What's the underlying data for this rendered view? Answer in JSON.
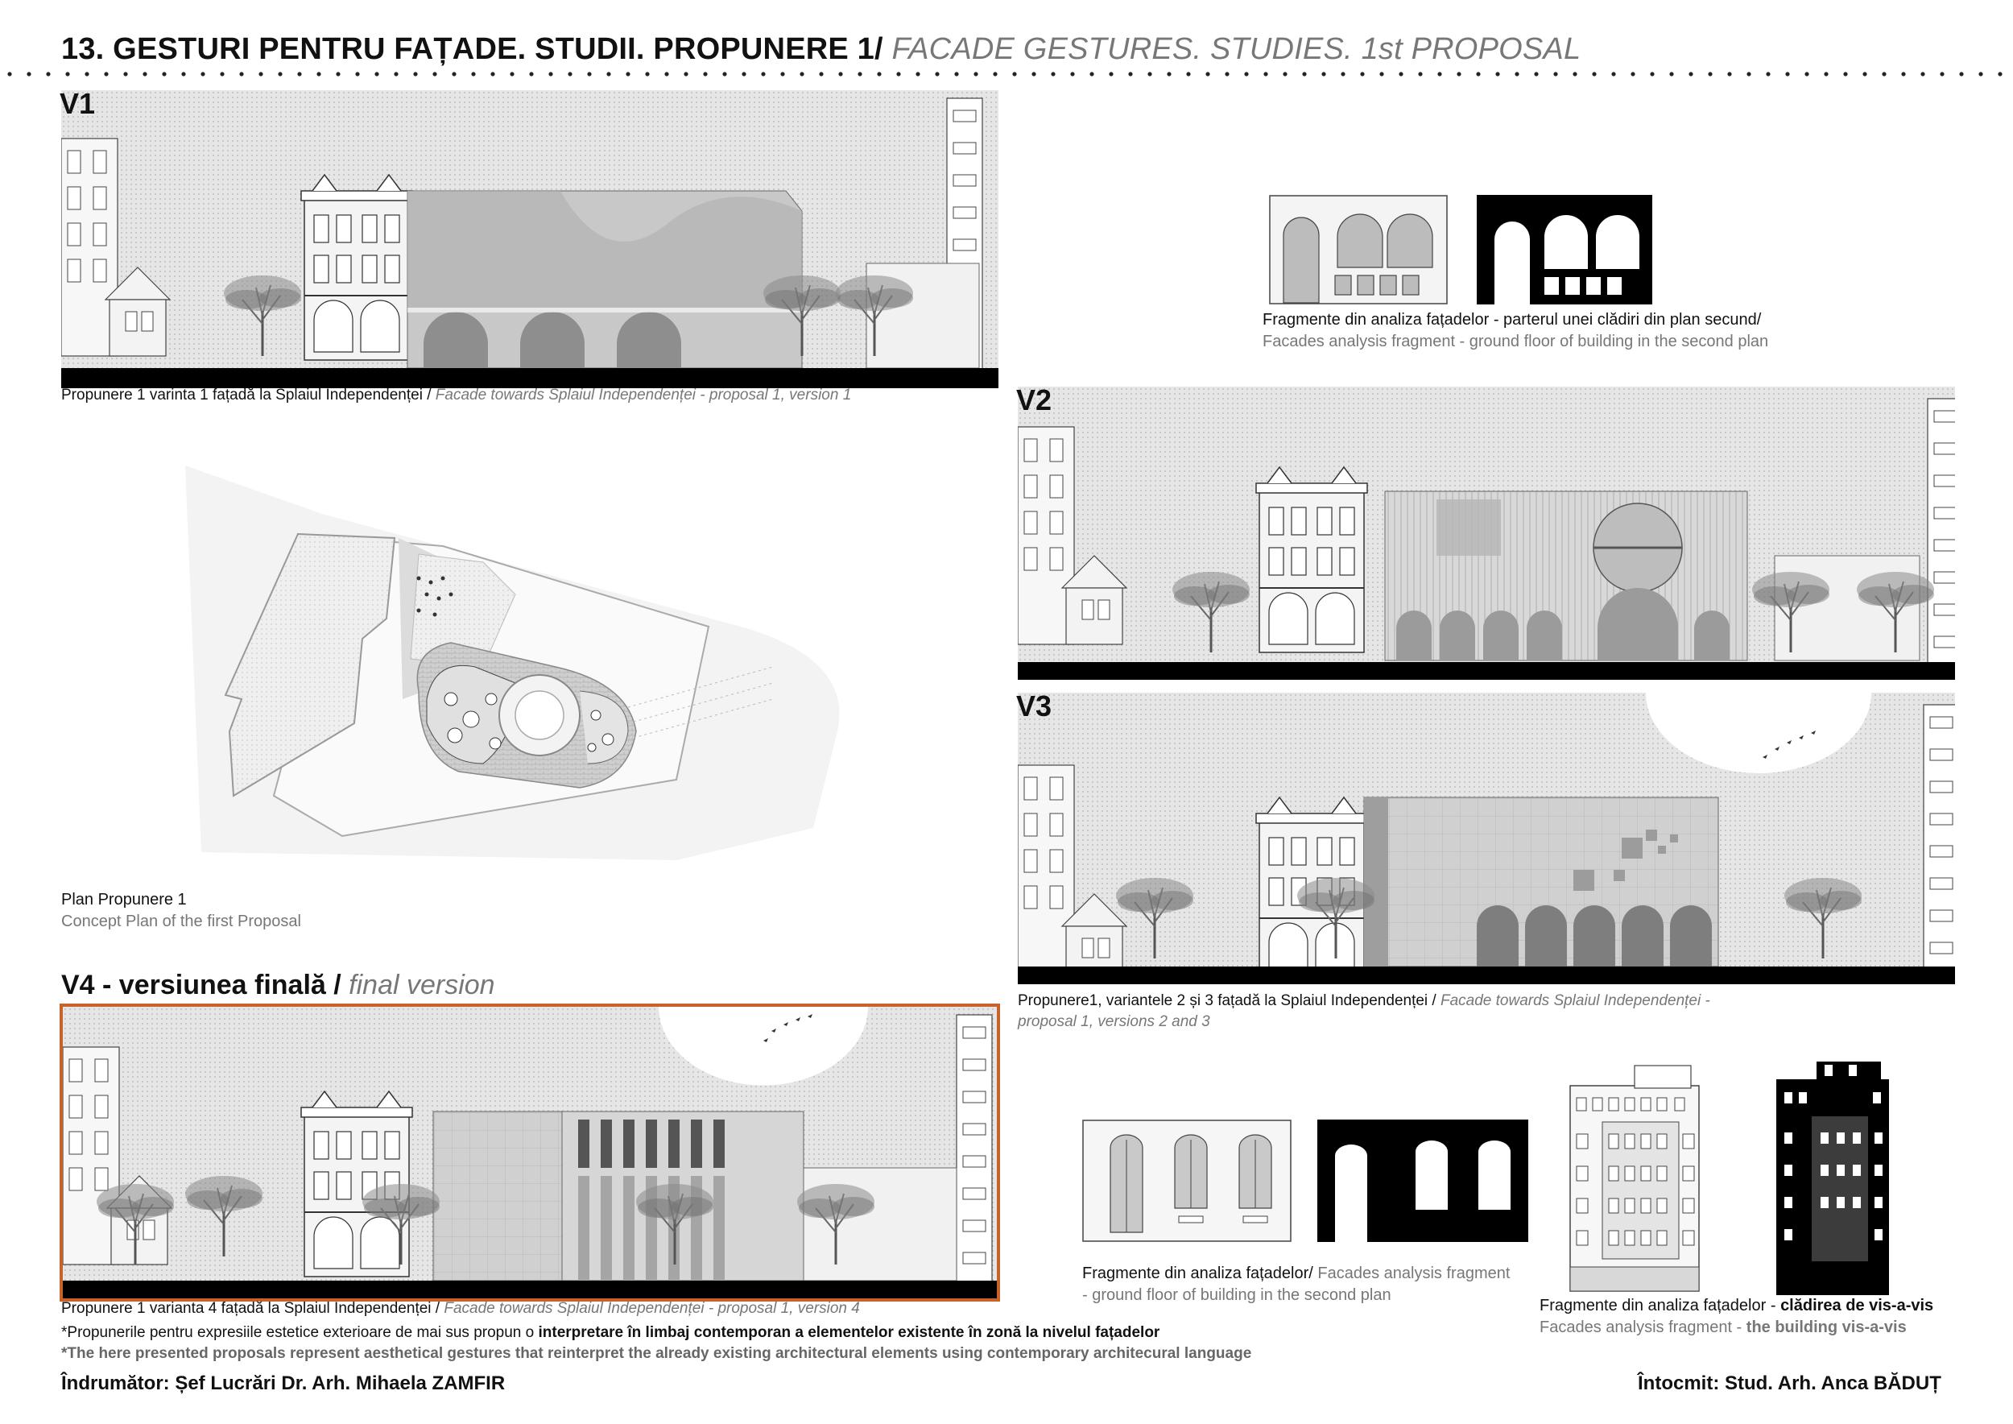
{
  "header": {
    "title_ro": "13. GESTURI PENTRU FAȚADE. STUDII. PROPUNERE 1/",
    "title_en": " FACADE GESTURES. STUDIES. 1st PROPOSAL"
  },
  "v1": {
    "label": "V1",
    "caption_ro": "Propunere 1 varinta 1 fațadă la Splaiul Independenței / ",
    "caption_en": "Facade towards Splaiul Independenței - proposal 1, version 1"
  },
  "fragment_top": {
    "caption_ro": "Fragmente din analiza fațadelor - parterul unei clădiri din plan secund/",
    "caption_en": "Facades analysis fragment - ground floor of building in the second plan"
  },
  "plan": {
    "caption_ro": "Plan Propunere 1",
    "caption_en": "Concept Plan of the first Proposal"
  },
  "v2": {
    "label": "V2"
  },
  "v3": {
    "label": "V3",
    "caption_ro": "Propunere1, variantele 2 și 3 fațadă la Splaiul Independenței / ",
    "caption_en_1": "Facade towards Splaiul Independenței -",
    "caption_en_2": "proposal 1, versions 2 and 3"
  },
  "v4": {
    "title_ro": "V4 - versiunea finală / ",
    "title_en": "final version",
    "caption_ro": "Propunere 1 varianta 4 fațadă la Splaiul Independenței / ",
    "caption_en": "Facade towards Splaiul Independenței - proposal 1, version 4"
  },
  "fragment_mid": {
    "caption_ro": "Fragmente din analiza fațadelor/ ",
    "caption_en_1": "Facades analysis fragment",
    "caption_en_2": "- ground floor of building in the second plan"
  },
  "fragment_right": {
    "caption_ro_1": "Fragmente din analiza fațadelor - ",
    "caption_ro_2": "clădirea de vis-a-vis",
    "caption_en_1": "Facades analysis fragment - ",
    "caption_en_2": "the building vis-a-vis"
  },
  "notes": {
    "ro_part1": "*Propunerile pentru expresiile estetice exterioare de mai sus propun o ",
    "ro_part2": "interpretare în limbaj contemporan a elementelor existente în zonă la nivelul fațadelor",
    "en": "*The here presented proposals represent aesthetical gestures that reinterpret the already existing architectural elements using contemporary architecural language"
  },
  "footer": {
    "supervisor": "Îndrumător: Șef Lucrări Dr. Arh. Mihaela ZAMFIR",
    "author": "Întocmit: Stud. Arh. Anca BĂDUȚ"
  },
  "colors": {
    "frame_accent": "#c8622a",
    "ground": "#000000",
    "caption_grey": "#777777"
  }
}
